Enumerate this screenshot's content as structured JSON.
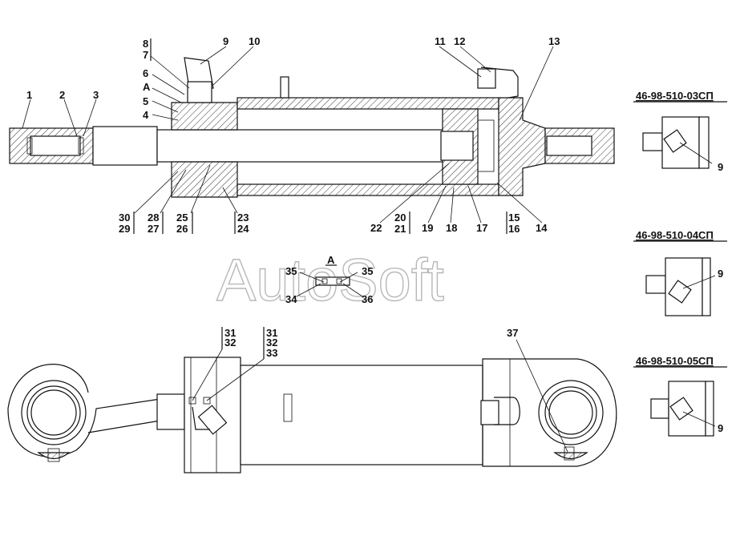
{
  "watermark": "AutoSoft",
  "section_mark": "A",
  "variants": [
    {
      "code": "46-98-510-03СП",
      "part": "9"
    },
    {
      "code": "46-98-510-04СП",
      "part": "9"
    },
    {
      "code": "46-98-510-05СП",
      "part": "9"
    }
  ],
  "callouts": {
    "c1": "1",
    "c2": "2",
    "c3": "3",
    "c4": "4",
    "c5": "5",
    "c6": "6",
    "cA": "A",
    "c7": "7",
    "c8": "8",
    "c9": "9",
    "c10": "10",
    "c11": "11",
    "c12": "12",
    "c13": "13",
    "c14": "14",
    "c15": "15",
    "c16": "16",
    "c17": "17",
    "c18": "18",
    "c19": "19",
    "c20": "20",
    "c21": "21",
    "c22": "22",
    "c23": "23",
    "c24": "24",
    "c25": "25",
    "c26": "26",
    "c27": "27",
    "c28": "28",
    "c29": "29",
    "c30": "30",
    "d34": "34",
    "d35a": "35",
    "d35b": "35",
    "d36": "36",
    "b31a": "31",
    "b32a": "32",
    "b31b": "31",
    "b32b": "32",
    "b33": "33",
    "b37": "37"
  }
}
